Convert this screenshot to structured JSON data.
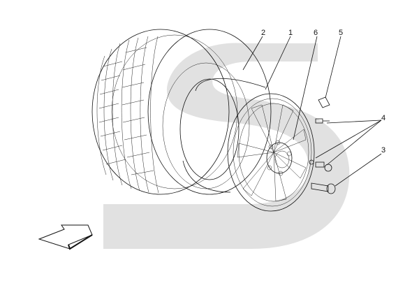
{
  "callouts": [
    {
      "id": "2",
      "label": "2"
    },
    {
      "id": "1",
      "label": "1"
    },
    {
      "id": "6",
      "label": "6"
    },
    {
      "id": "5",
      "label": "5"
    },
    {
      "id": "4",
      "label": "4"
    },
    {
      "id": "3",
      "label": "3"
    }
  ],
  "colors": {
    "background": "#ffffff",
    "watermark": "#dcdcdc",
    "linework": "#111111"
  },
  "icons": {
    "direction_arrow": "arrow-down-left-icon",
    "watermark": "brand-watermark-logo"
  }
}
